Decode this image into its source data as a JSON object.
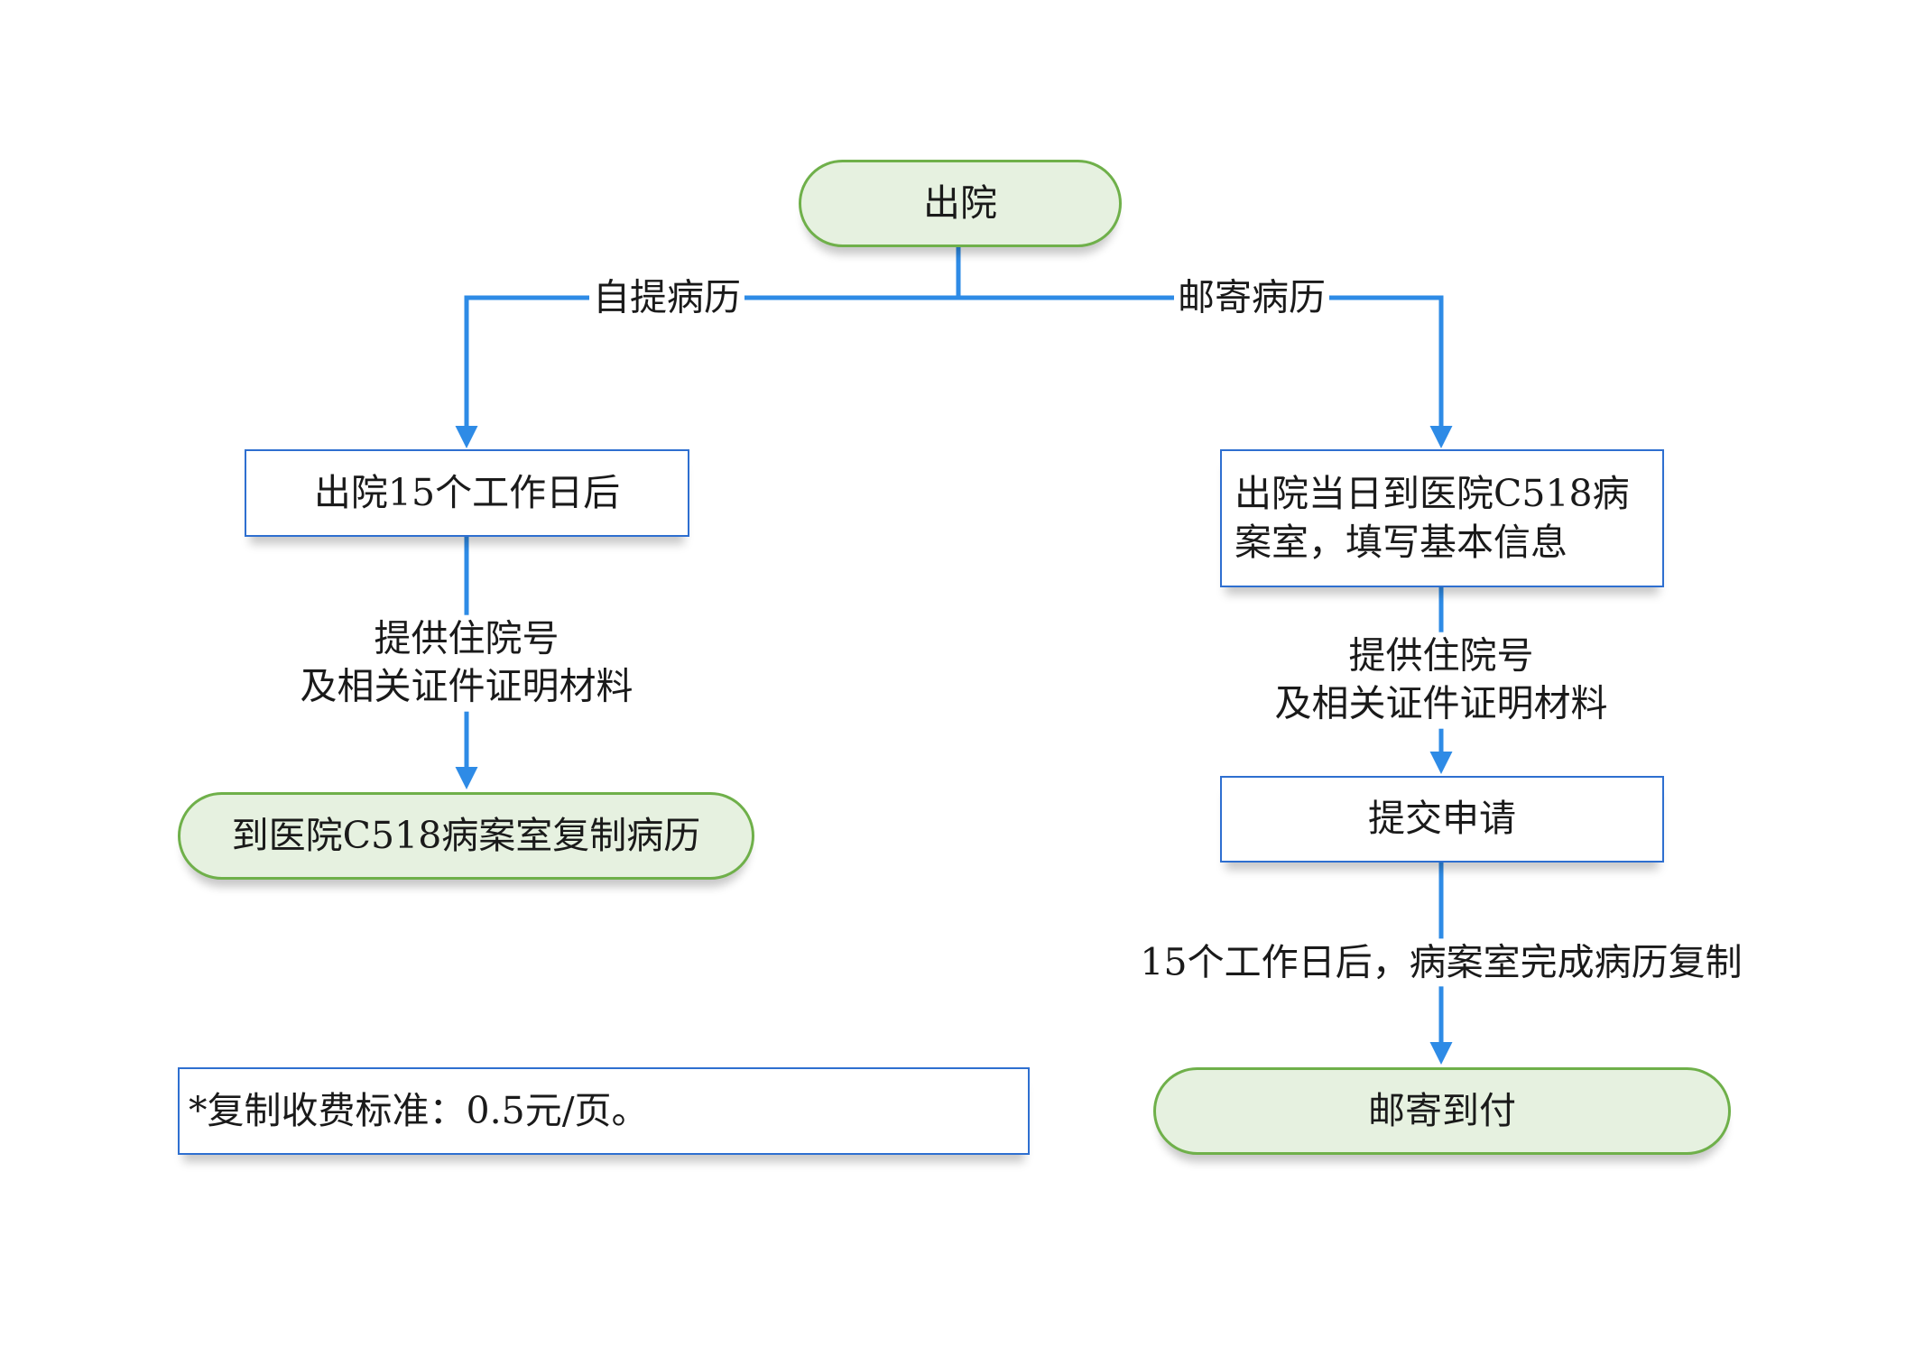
{
  "nodes": {
    "discharge": "出院",
    "after_15_days": "出院15个工作日后",
    "go_copy": "到医院C518病案室复制病历",
    "register": [
      "出院当日到医院C518病",
      "案室，填写基本信息"
    ],
    "submit": "提交申请",
    "cod_mail": "邮寄到付",
    "fee_note": "*复制收费标准：0.5元/页。"
  },
  "edges": {
    "self_pickup": "自提病历",
    "mail": "邮寄病历",
    "provide_docs_left": [
      "提供住院号",
      "及相关证件证明材料"
    ],
    "provide_docs_right": [
      "提供住院号",
      "及相关证件证明材料"
    ],
    "after_15_days_done": "15个工作日后，病案室完成病历复制"
  },
  "colors": {
    "connector": "#2e8be6",
    "terminal_fill": "#e6f1e0",
    "terminal_border": "#6fb04a",
    "process_border": "#2e6fd0"
  }
}
